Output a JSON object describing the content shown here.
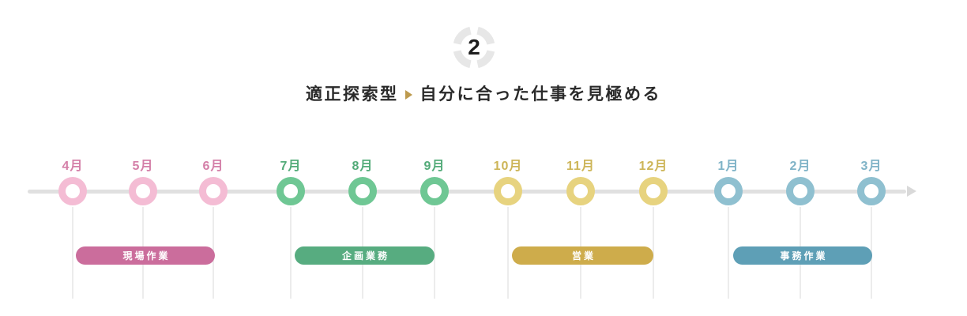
{
  "step_badge": {
    "number": "2",
    "ring_color": "#e7e7e7"
  },
  "heading": {
    "left": "適正探索型",
    "right": "自分に合った仕事を見極める",
    "arrow_icon": "right-triangle",
    "arrow_color": "#bd9a4e",
    "text_color": "#2a2a2a"
  },
  "timeline": {
    "axis_color": "#e0e0e0",
    "drop_line_color": "#ececec",
    "arrow_color": "#d9d9d9",
    "months": [
      {
        "label": "4月",
        "group": "pink"
      },
      {
        "label": "5月",
        "group": "pink"
      },
      {
        "label": "6月",
        "group": "pink"
      },
      {
        "label": "7月",
        "group": "green"
      },
      {
        "label": "8月",
        "group": "green"
      },
      {
        "label": "9月",
        "group": "green"
      },
      {
        "label": "10月",
        "group": "yellow"
      },
      {
        "label": "11月",
        "group": "yellow"
      },
      {
        "label": "12月",
        "group": "yellow"
      },
      {
        "label": "1月",
        "group": "blue"
      },
      {
        "label": "2月",
        "group": "blue"
      },
      {
        "label": "3月",
        "group": "blue"
      }
    ],
    "group_colors": {
      "pink": {
        "label_text": "#d47fa8",
        "ring": "#f4bcd4",
        "bar": "#cb6d9c"
      },
      "green": {
        "label_text": "#53ab79",
        "ring": "#6fc794",
        "bar": "#57ac80"
      },
      "yellow": {
        "label_text": "#cdb558",
        "ring": "#e7d37f",
        "bar": "#ceac4b"
      },
      "blue": {
        "label_text": "#7fb3c7",
        "ring": "#8fc0d0",
        "bar": "#5e9fb6"
      }
    },
    "bars": [
      {
        "label": "現場作業",
        "group": "pink",
        "start_month": "4月",
        "end_month": "6月"
      },
      {
        "label": "企画業務",
        "group": "green",
        "start_month": "7月",
        "end_month": "9月"
      },
      {
        "label": "営業",
        "group": "yellow",
        "start_month": "10月",
        "end_month": "12月"
      },
      {
        "label": "事務作業",
        "group": "blue",
        "start_month": "1月",
        "end_month": "3月"
      }
    ]
  }
}
